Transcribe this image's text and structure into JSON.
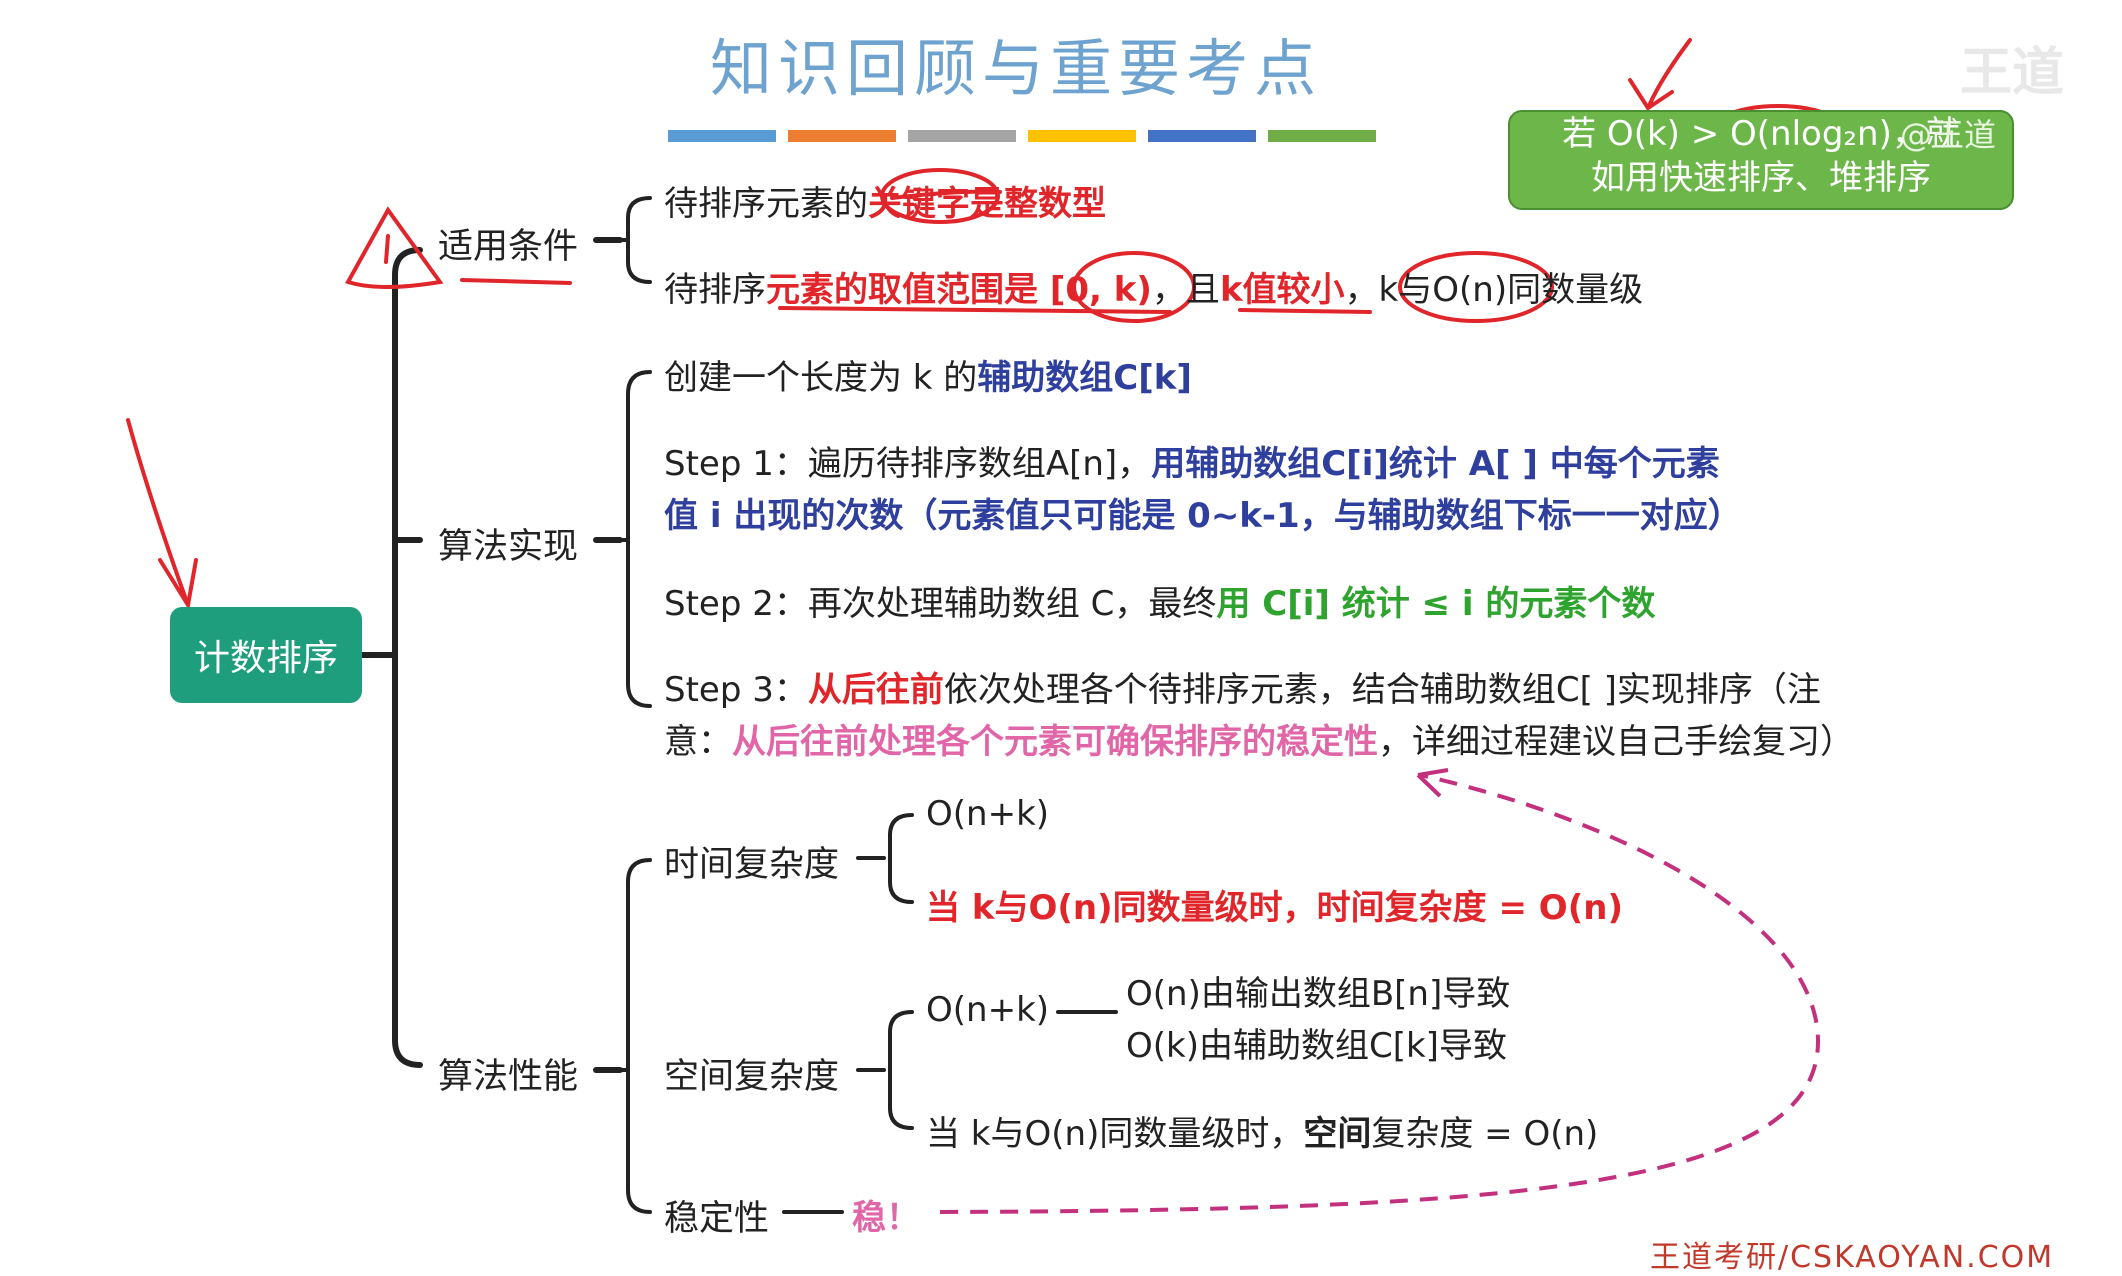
{
  "title": "知识回顾与重要考点",
  "title_bar_colors": [
    "#5b9bd5",
    "#ed7d31",
    "#a5a5a5",
    "#ffc000",
    "#4472c4",
    "#70ad47"
  ],
  "watermark": "王道",
  "root": "计数排序",
  "sections": {
    "conditions": {
      "label": "适用条件",
      "line1": {
        "a": "待排序元素的",
        "b": "关键字是整数型"
      },
      "line2": {
        "a": "待排序",
        "b": "元素的取值范围是 [0, k)",
        "c": "，且",
        "d": "k值较小",
        "e": "，k与O(n)同数量级"
      }
    },
    "algorithm": {
      "label": "算法实现",
      "create": {
        "a": "创建一个长度为 k 的",
        "b": "辅助数组C[k]"
      },
      "step1": {
        "a": "Step 1：遍历待排序数组A[n]，",
        "b": "用辅助数组C[i]统计 A[ ] 中每个元素",
        "c": "值 i 出现的次数（元素值只可能是 0~k-1，与辅助数组下标一一对应）"
      },
      "step2": {
        "a": "Step 2：再次处理辅助数组 C，最终",
        "b": "用 C[i] 统计 ≤ i 的元素个数"
      },
      "step3": {
        "a": "Step 3：",
        "b": "从后往前",
        "c": "依次处理各个待排序元素，结合辅助数组C[ ]实现排序（注",
        "d": "意：",
        "e": "从后往前处理各个元素可确保排序的稳定性",
        "f": "，详细过程建议自己手绘复习）"
      }
    },
    "performance": {
      "label": "算法性能",
      "time": {
        "label": "时间复杂度",
        "item1": "O(n+k)",
        "item2": "当 k与O(n)同数量级时，时间复杂度 = O(n)"
      },
      "space": {
        "label": "空间复杂度",
        "item1": "O(n+k)",
        "sub1": "O(n)由输出数组B[n]导致",
        "sub2": "O(k)由辅助数组C[k]导致",
        "item2a": "当 k与O(n)同数量级时，",
        "item2b": "空间",
        "item2c": "复杂度 = O(n)"
      },
      "stability": {
        "label": "稳定性",
        "value": "稳！"
      }
    }
  },
  "callout": {
    "line1": "若 O(k) > O(nlog₂n)，就",
    "line2": "如用快速排序、堆排序",
    "overlay": "@王道"
  },
  "footer": "王道考研/CSKAOYAN.COM"
}
